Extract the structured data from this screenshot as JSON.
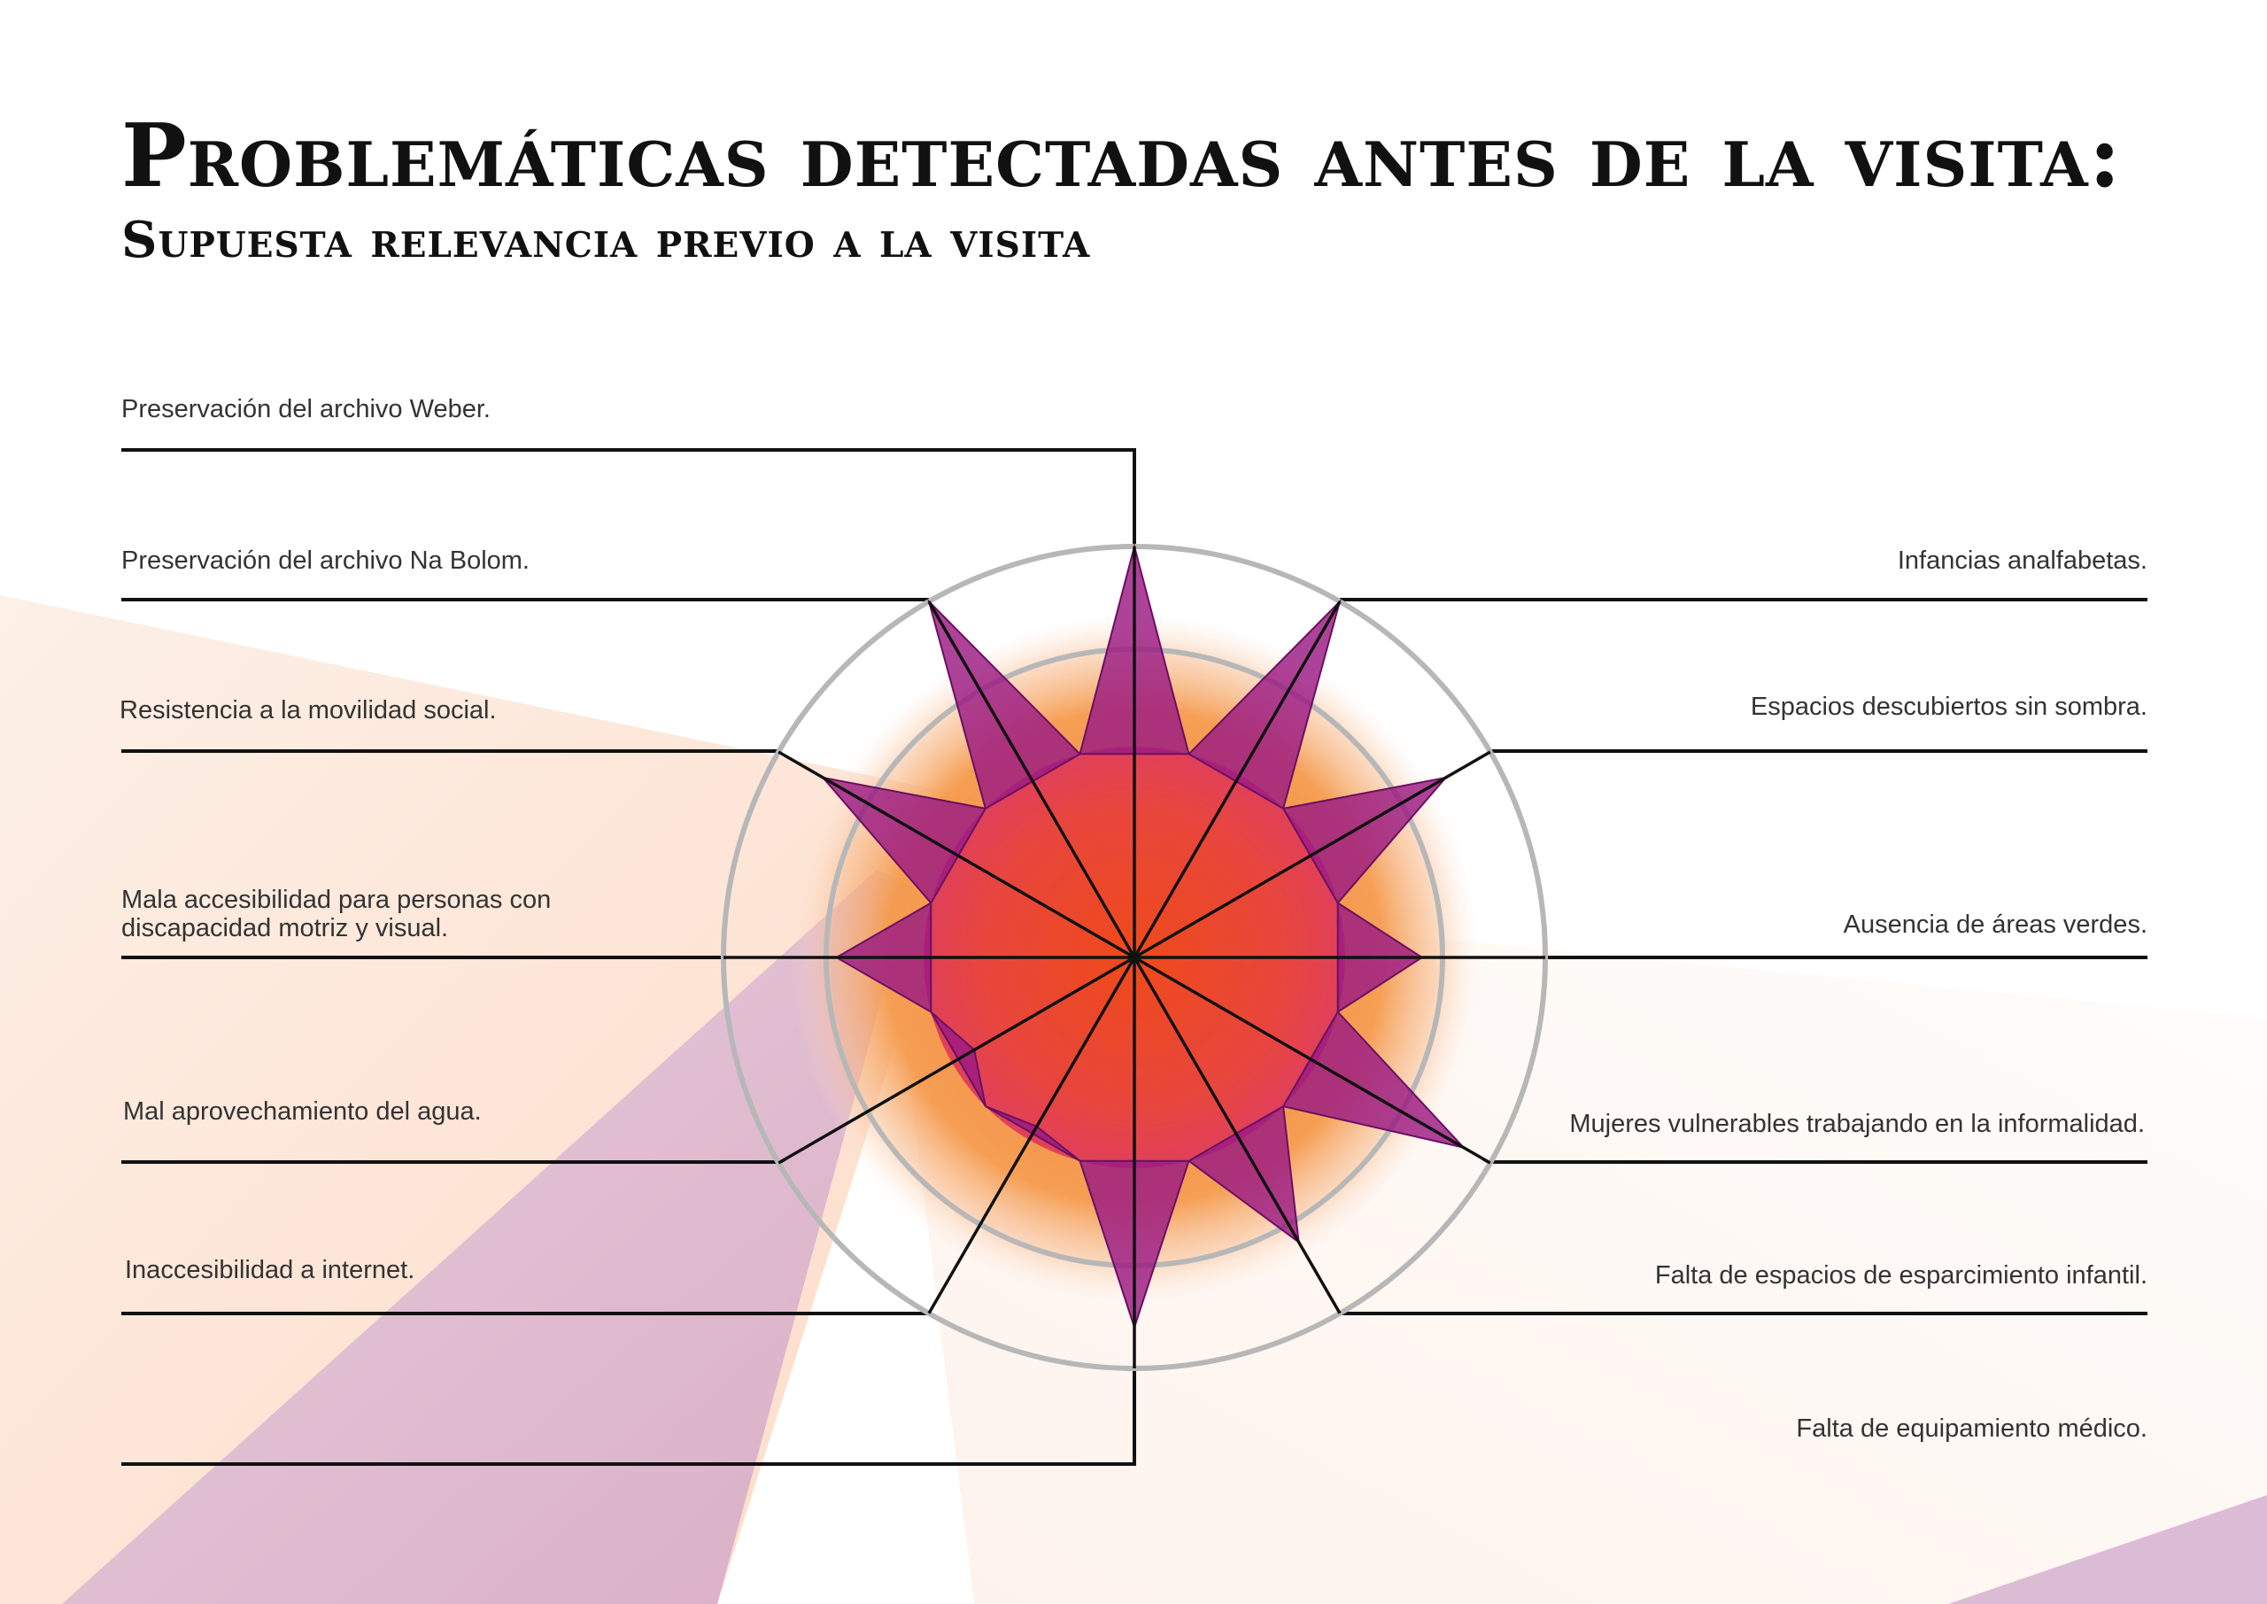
{
  "title": "Problemáticas detectadas antes de la visita:",
  "subtitle": "Supuesta relevancia previo a la visita",
  "colors": {
    "star_fill": "#9b1a82",
    "star_stroke": "#6a1060",
    "core_center": "#ee4a1c",
    "glow": "#f59a4c",
    "rings": "#b7b7b7",
    "leaders": "#111111",
    "bg_peach": "#fde3d2",
    "bg_lilac": "#d9b6d3"
  },
  "chart_data": {
    "type": "radar",
    "title": "Problemáticas detectadas antes de la visita:",
    "subtitle": "Supuesta relevancia previo a la visita",
    "rlim": [
      0,
      4
    ],
    "ring_levels": [
      1,
      2,
      3,
      4
    ],
    "categories": [
      "Preservación del archivo Weber.",
      "Infancias analfabetas.",
      "Espacios descubiertos sin sombra.",
      "Ausencia de áreas verdes.",
      "Mujeres vulnerables trabajando en la informalidad.",
      "Falta de espacios de esparcimiento infantil.",
      "Falta de equipamiento médico.",
      "Inaccesibilidad a internet.",
      "Mal aprovechamiento del agua.",
      "Mala accesibilidad para personas con discapacidad motriz y visual.",
      "Resistencia a la movilidad social.",
      "Preservación del archivo Na Bolom."
    ],
    "series": [
      {
        "values": [
          4,
          4,
          3.5,
          2.8,
          3.7,
          3.2,
          3.6,
          1.9,
          1.8,
          2.9,
          3.5,
          4
        ]
      }
    ]
  },
  "labels": {
    "weber": "Preservación del archivo Weber.",
    "nabolom": "Preservación del archivo Na Bolom.",
    "movilidad": "Resistencia a la movilidad social.",
    "accesibilidad_1": "Mala accesibilidad para personas con",
    "accesibilidad_2": "discapacidad motriz y visual.",
    "agua": "Mal aprovechamiento del agua.",
    "internet": "Inaccesibilidad a internet.",
    "infancias": "Infancias analfabetas.",
    "sombra": "Espacios descubiertos sin sombra.",
    "verdes": "Ausencia de áreas verdes.",
    "mujeres": "Mujeres vulnerables trabajando en la informalidad.",
    "esparcimiento": "Falta de espacios de esparcimiento infantil.",
    "medico": "Falta de equipamiento médico."
  }
}
